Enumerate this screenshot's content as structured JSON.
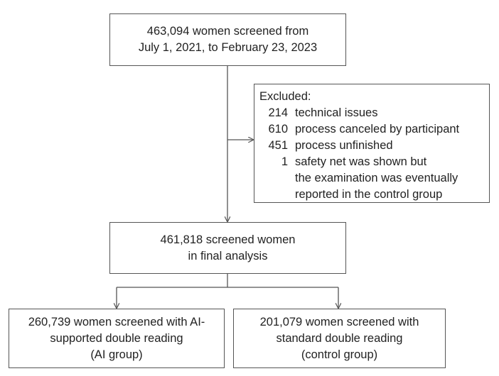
{
  "screened": {
    "line1": "463,094 women screened from",
    "line2": "July 1, 2021, to February 23, 2023"
  },
  "excluded": {
    "title": "Excluded:",
    "items": [
      {
        "count": "214",
        "text": "technical issues"
      },
      {
        "count": "610",
        "text": "process canceled by participant"
      },
      {
        "count": "451",
        "text": "process unfinished"
      },
      {
        "count": "1",
        "text": "safety net was shown but"
      },
      {
        "count": "",
        "text": "the examination was eventually"
      },
      {
        "count": "",
        "text": "reported in the control group"
      }
    ]
  },
  "final": {
    "line1": "461,818 screened women",
    "line2": "in final analysis"
  },
  "ai_group": {
    "line1": "260,739 women screened with AI-",
    "line2": "supported double reading",
    "line3": "(AI group)"
  },
  "control_group": {
    "line1": "201,079 women screened with",
    "line2": "standard double reading",
    "line3": "(control group)"
  }
}
